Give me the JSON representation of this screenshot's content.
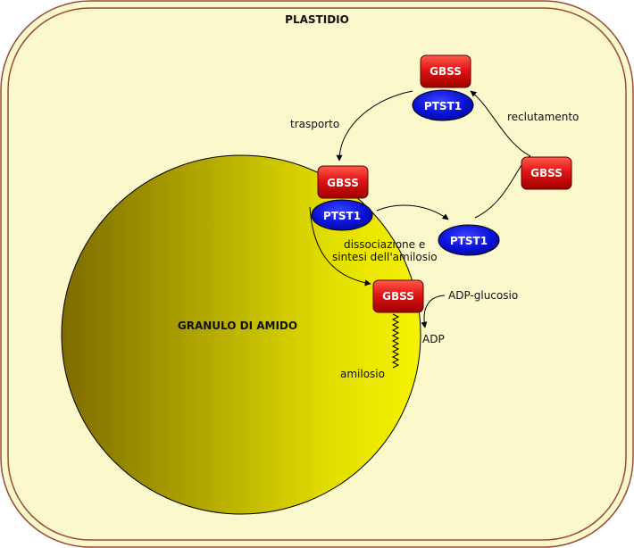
{
  "diagram": {
    "title": "PLASTIDIO",
    "granule_label": "GRANULO DI AMIDO",
    "labels": {
      "transport": "trasporto",
      "recruitment": "reclutamento",
      "dissociation_line1": "dissociazione e",
      "dissociation_line2": "sintesi dell'amilosio",
      "substrate": "ADP-glucosio",
      "product": "ADP",
      "amylose": "amilosio"
    },
    "proteins": {
      "gbss": "GBSS",
      "ptst1": "PTST1"
    },
    "colors": {
      "plastid_fill": "#FBF8CC",
      "plastid_border": "#9A4A36",
      "granule_light": "#F2F000",
      "granule_dark": "#7E6B00",
      "gbss_red": "#DD1111",
      "ptst1_blue": "#0A12D8"
    }
  }
}
